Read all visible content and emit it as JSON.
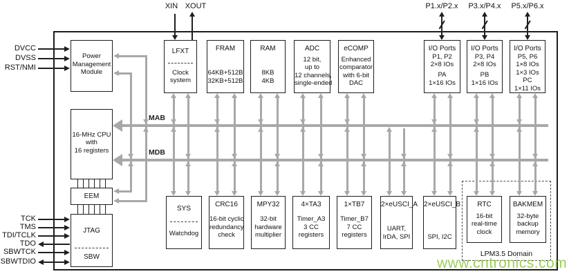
{
  "pins": {
    "xin": "XIN",
    "xout": "XOUT",
    "power": [
      "DVCC",
      "DVSS",
      "RST/NMI"
    ],
    "debug": [
      "TCK",
      "TMS",
      "TDI/TCLK",
      "TDO",
      "SBWTCK",
      "SBWTDIO"
    ],
    "ports": [
      "P1.x/P2.x",
      "P3.x/P4.x",
      "P5.x/P6.x"
    ]
  },
  "buses": {
    "mab": "MAB",
    "mdb": "MDB"
  },
  "left_blocks": {
    "pmm": {
      "lines": [
        "Power",
        "Management",
        "Module"
      ]
    },
    "cpu": {
      "lines": [
        "16-MHz CPU",
        "with",
        "16 registers"
      ]
    },
    "eem": {
      "title": "EEM"
    },
    "jtag": {
      "title": "JTAG",
      "sub": "SBW"
    }
  },
  "top_blocks": [
    {
      "title": "LFXT",
      "lines": [
        "Clock",
        "system"
      ]
    },
    {
      "title": "FRAM",
      "lines": [
        "64KB+512B",
        "32KB+512B"
      ]
    },
    {
      "title": "RAM",
      "lines": [
        "8KB",
        "4KB"
      ]
    },
    {
      "title": "ADC",
      "lines": [
        "12 bit,",
        "up to",
        "12 channels,",
        "single-ended"
      ]
    },
    {
      "title": "eCOMP",
      "lines": [
        "Enhanced",
        "comparator",
        "with 6-bit",
        "DAC"
      ]
    },
    {
      "title": "I/O Ports",
      "lines": [
        "P1, P2",
        "2×8 IOs"
      ],
      "lines2": [
        "PA",
        "1×16 IOs"
      ]
    },
    {
      "title": "I/O Ports",
      "lines": [
        "P3, P4",
        "2×8 IOs"
      ],
      "lines2": [
        "PB",
        "1×16 IOs"
      ]
    },
    {
      "title": "I/O Ports",
      "lines": [
        "P5, P6",
        "1×8 IOs",
        "1×3 IOs"
      ],
      "lines2": [
        "PC",
        "1×11 IOs"
      ]
    }
  ],
  "bottom_blocks": [
    {
      "title": "SYS",
      "lines": [
        "Watchdog"
      ]
    },
    {
      "title": "CRC16",
      "lines": [
        "16-bit cyclic",
        "redundancy",
        "check"
      ]
    },
    {
      "title": "MPY32",
      "lines": [
        "32-bit",
        "hardware",
        "multiplier"
      ]
    },
    {
      "title": "4×TA3",
      "lines": [
        "Timer_A3",
        "3 CC",
        "registers"
      ]
    },
    {
      "title": "1×TB7",
      "lines": [
        "Timer_B7",
        "7 CC",
        "registers"
      ]
    },
    {
      "title": "2×eUSCI_A",
      "lines": [
        "UART,",
        "IrDA, SPI"
      ]
    },
    {
      "title": "2×eUSCI_B",
      "lines": [
        "SPI, I2C"
      ]
    },
    {
      "title": "RTC",
      "lines": [
        "16-bit",
        "real-time",
        "clock"
      ]
    },
    {
      "title": "BAKMEM",
      "lines": [
        "32-byte",
        "backup",
        "memory"
      ]
    }
  ],
  "lpm_domain": {
    "label": "LPM3.5 Domain"
  },
  "watermark": {
    "text": "www.cntronics.com",
    "color": "#8dc63f"
  },
  "colors": {
    "bus_gray": "#a8a8a8",
    "line_black": "#1f1f1f",
    "border_black": "#1c1c1c"
  }
}
